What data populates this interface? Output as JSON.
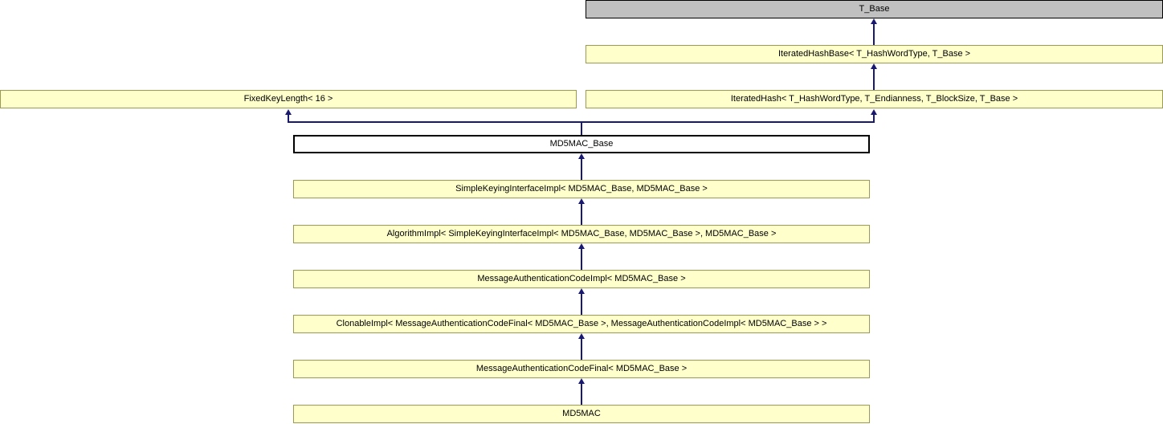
{
  "diagram_type": "class-inheritance-graph",
  "colors": {
    "background": "#ffffff",
    "node_fill": "#ffffcc",
    "node_border": "#9a9a55",
    "base_node_fill": "#c0c0c0",
    "base_node_border": "#000000",
    "current_node_fill": "#ffffff",
    "current_node_border": "#000000",
    "edge": "#191970",
    "text": "#000000"
  },
  "nodes": {
    "t_base": {
      "label": "T_Base",
      "kind": "template-base"
    },
    "iterated_hash_base": {
      "label": "IteratedHashBase< T_HashWordType, T_Base >",
      "kind": "class"
    },
    "fixed_key_length": {
      "label": "FixedKeyLength< 16 >",
      "kind": "class"
    },
    "iterated_hash": {
      "label": "IteratedHash< T_HashWordType, T_Endianness, T_BlockSize, T_Base >",
      "kind": "class"
    },
    "md5mac_base": {
      "label": "MD5MAC_Base",
      "kind": "current-class"
    },
    "simple_keying_interface_impl": {
      "label": "SimpleKeyingInterfaceImpl< MD5MAC_Base, MD5MAC_Base >",
      "kind": "class"
    },
    "algorithm_impl": {
      "label": "AlgorithmImpl< SimpleKeyingInterfaceImpl< MD5MAC_Base, MD5MAC_Base >, MD5MAC_Base >",
      "kind": "class"
    },
    "message_authentication_code_impl": {
      "label": "MessageAuthenticationCodeImpl< MD5MAC_Base >",
      "kind": "class"
    },
    "clonable_impl": {
      "label": "ClonableImpl< MessageAuthenticationCodeFinal< MD5MAC_Base >, MessageAuthenticationCodeImpl< MD5MAC_Base > >",
      "kind": "class"
    },
    "message_authentication_code_final": {
      "label": "MessageAuthenticationCodeFinal< MD5MAC_Base >",
      "kind": "class"
    },
    "md5mac": {
      "label": "MD5MAC",
      "kind": "class"
    }
  },
  "edges": [
    {
      "from": "iterated_hash_base",
      "to": "t_base"
    },
    {
      "from": "iterated_hash",
      "to": "iterated_hash_base"
    },
    {
      "from": "md5mac_base",
      "to": "fixed_key_length"
    },
    {
      "from": "md5mac_base",
      "to": "iterated_hash"
    },
    {
      "from": "simple_keying_interface_impl",
      "to": "md5mac_base"
    },
    {
      "from": "algorithm_impl",
      "to": "simple_keying_interface_impl"
    },
    {
      "from": "message_authentication_code_impl",
      "to": "algorithm_impl"
    },
    {
      "from": "clonable_impl",
      "to": "message_authentication_code_impl"
    },
    {
      "from": "message_authentication_code_final",
      "to": "clonable_impl"
    },
    {
      "from": "md5mac",
      "to": "message_authentication_code_final"
    }
  ]
}
